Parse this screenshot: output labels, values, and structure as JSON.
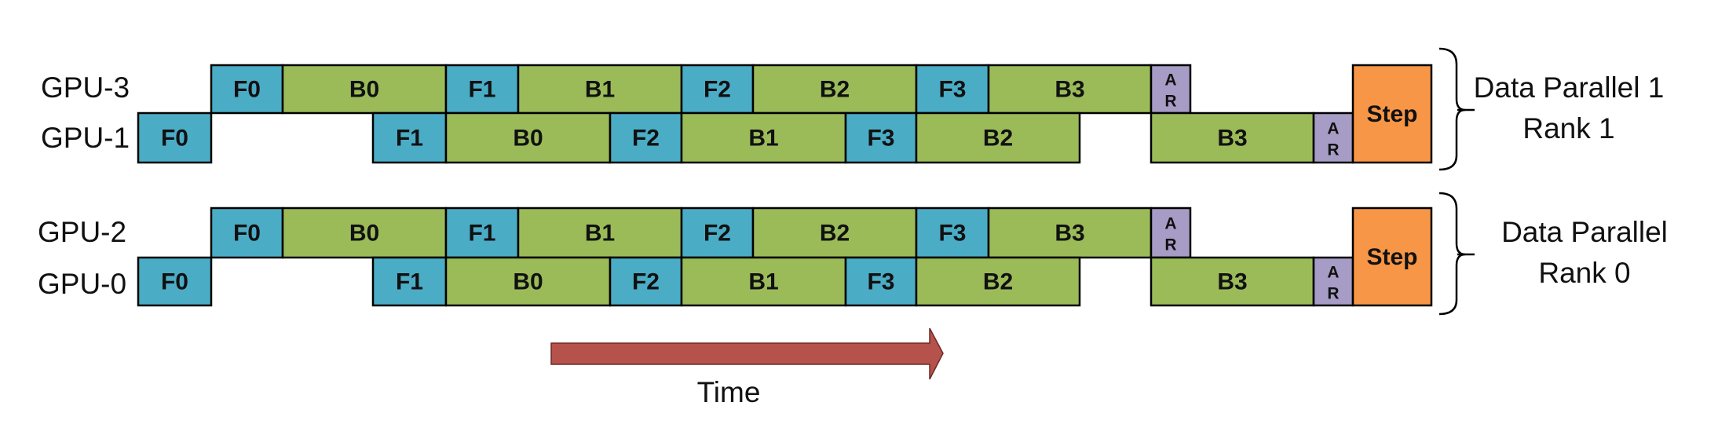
{
  "colors": {
    "forward": "#4bacc6",
    "backward": "#9bbb59",
    "allreduce": "#a69cc5",
    "step": "#f79646",
    "arrow": "#b5524b",
    "outline": "#000000"
  },
  "groups": [
    {
      "label_line1": "Data Parallel 1",
      "label_line2": "Rank 1",
      "rows": [
        {
          "gpu": "GPU-3",
          "blocks": [
            {
              "kind": "forward",
              "label": "F0"
            },
            {
              "kind": "backward",
              "label": "B0"
            },
            {
              "kind": "forward",
              "label": "F1"
            },
            {
              "kind": "backward",
              "label": "B1"
            },
            {
              "kind": "forward",
              "label": "F2"
            },
            {
              "kind": "backward",
              "label": "B2"
            },
            {
              "kind": "forward",
              "label": "F3"
            },
            {
              "kind": "backward",
              "label": "B3"
            },
            {
              "kind": "allreduce",
              "label_top": "A",
              "label_bottom": "R"
            }
          ]
        },
        {
          "gpu": "GPU-1",
          "blocks": [
            {
              "kind": "forward",
              "label": "F0"
            },
            {
              "kind": "forward",
              "label": "F1"
            },
            {
              "kind": "backward",
              "label": "B0"
            },
            {
              "kind": "forward",
              "label": "F2"
            },
            {
              "kind": "backward",
              "label": "B1"
            },
            {
              "kind": "forward",
              "label": "F3"
            },
            {
              "kind": "backward",
              "label": "B2"
            },
            {
              "kind": "backward",
              "label": "B3"
            },
            {
              "kind": "allreduce",
              "label_top": "A",
              "label_bottom": "R"
            }
          ]
        }
      ],
      "step_label": "Step"
    },
    {
      "label_line1": "Data Parallel",
      "label_line2": "Rank 0",
      "rows": [
        {
          "gpu": "GPU-2",
          "blocks": [
            {
              "kind": "forward",
              "label": "F0"
            },
            {
              "kind": "backward",
              "label": "B0"
            },
            {
              "kind": "forward",
              "label": "F1"
            },
            {
              "kind": "backward",
              "label": "B1"
            },
            {
              "kind": "forward",
              "label": "F2"
            },
            {
              "kind": "backward",
              "label": "B2"
            },
            {
              "kind": "forward",
              "label": "F3"
            },
            {
              "kind": "backward",
              "label": "B3"
            },
            {
              "kind": "allreduce",
              "label_top": "A",
              "label_bottom": "R"
            }
          ]
        },
        {
          "gpu": "GPU-0",
          "blocks": [
            {
              "kind": "forward",
              "label": "F0"
            },
            {
              "kind": "forward",
              "label": "F1"
            },
            {
              "kind": "backward",
              "label": "B0"
            },
            {
              "kind": "forward",
              "label": "F2"
            },
            {
              "kind": "backward",
              "label": "B1"
            },
            {
              "kind": "forward",
              "label": "F3"
            },
            {
              "kind": "backward",
              "label": "B2"
            },
            {
              "kind": "backward",
              "label": "B3"
            },
            {
              "kind": "allreduce",
              "label_top": "A",
              "label_bottom": "R"
            }
          ]
        }
      ],
      "step_label": "Step"
    }
  ],
  "time_label": "Time"
}
